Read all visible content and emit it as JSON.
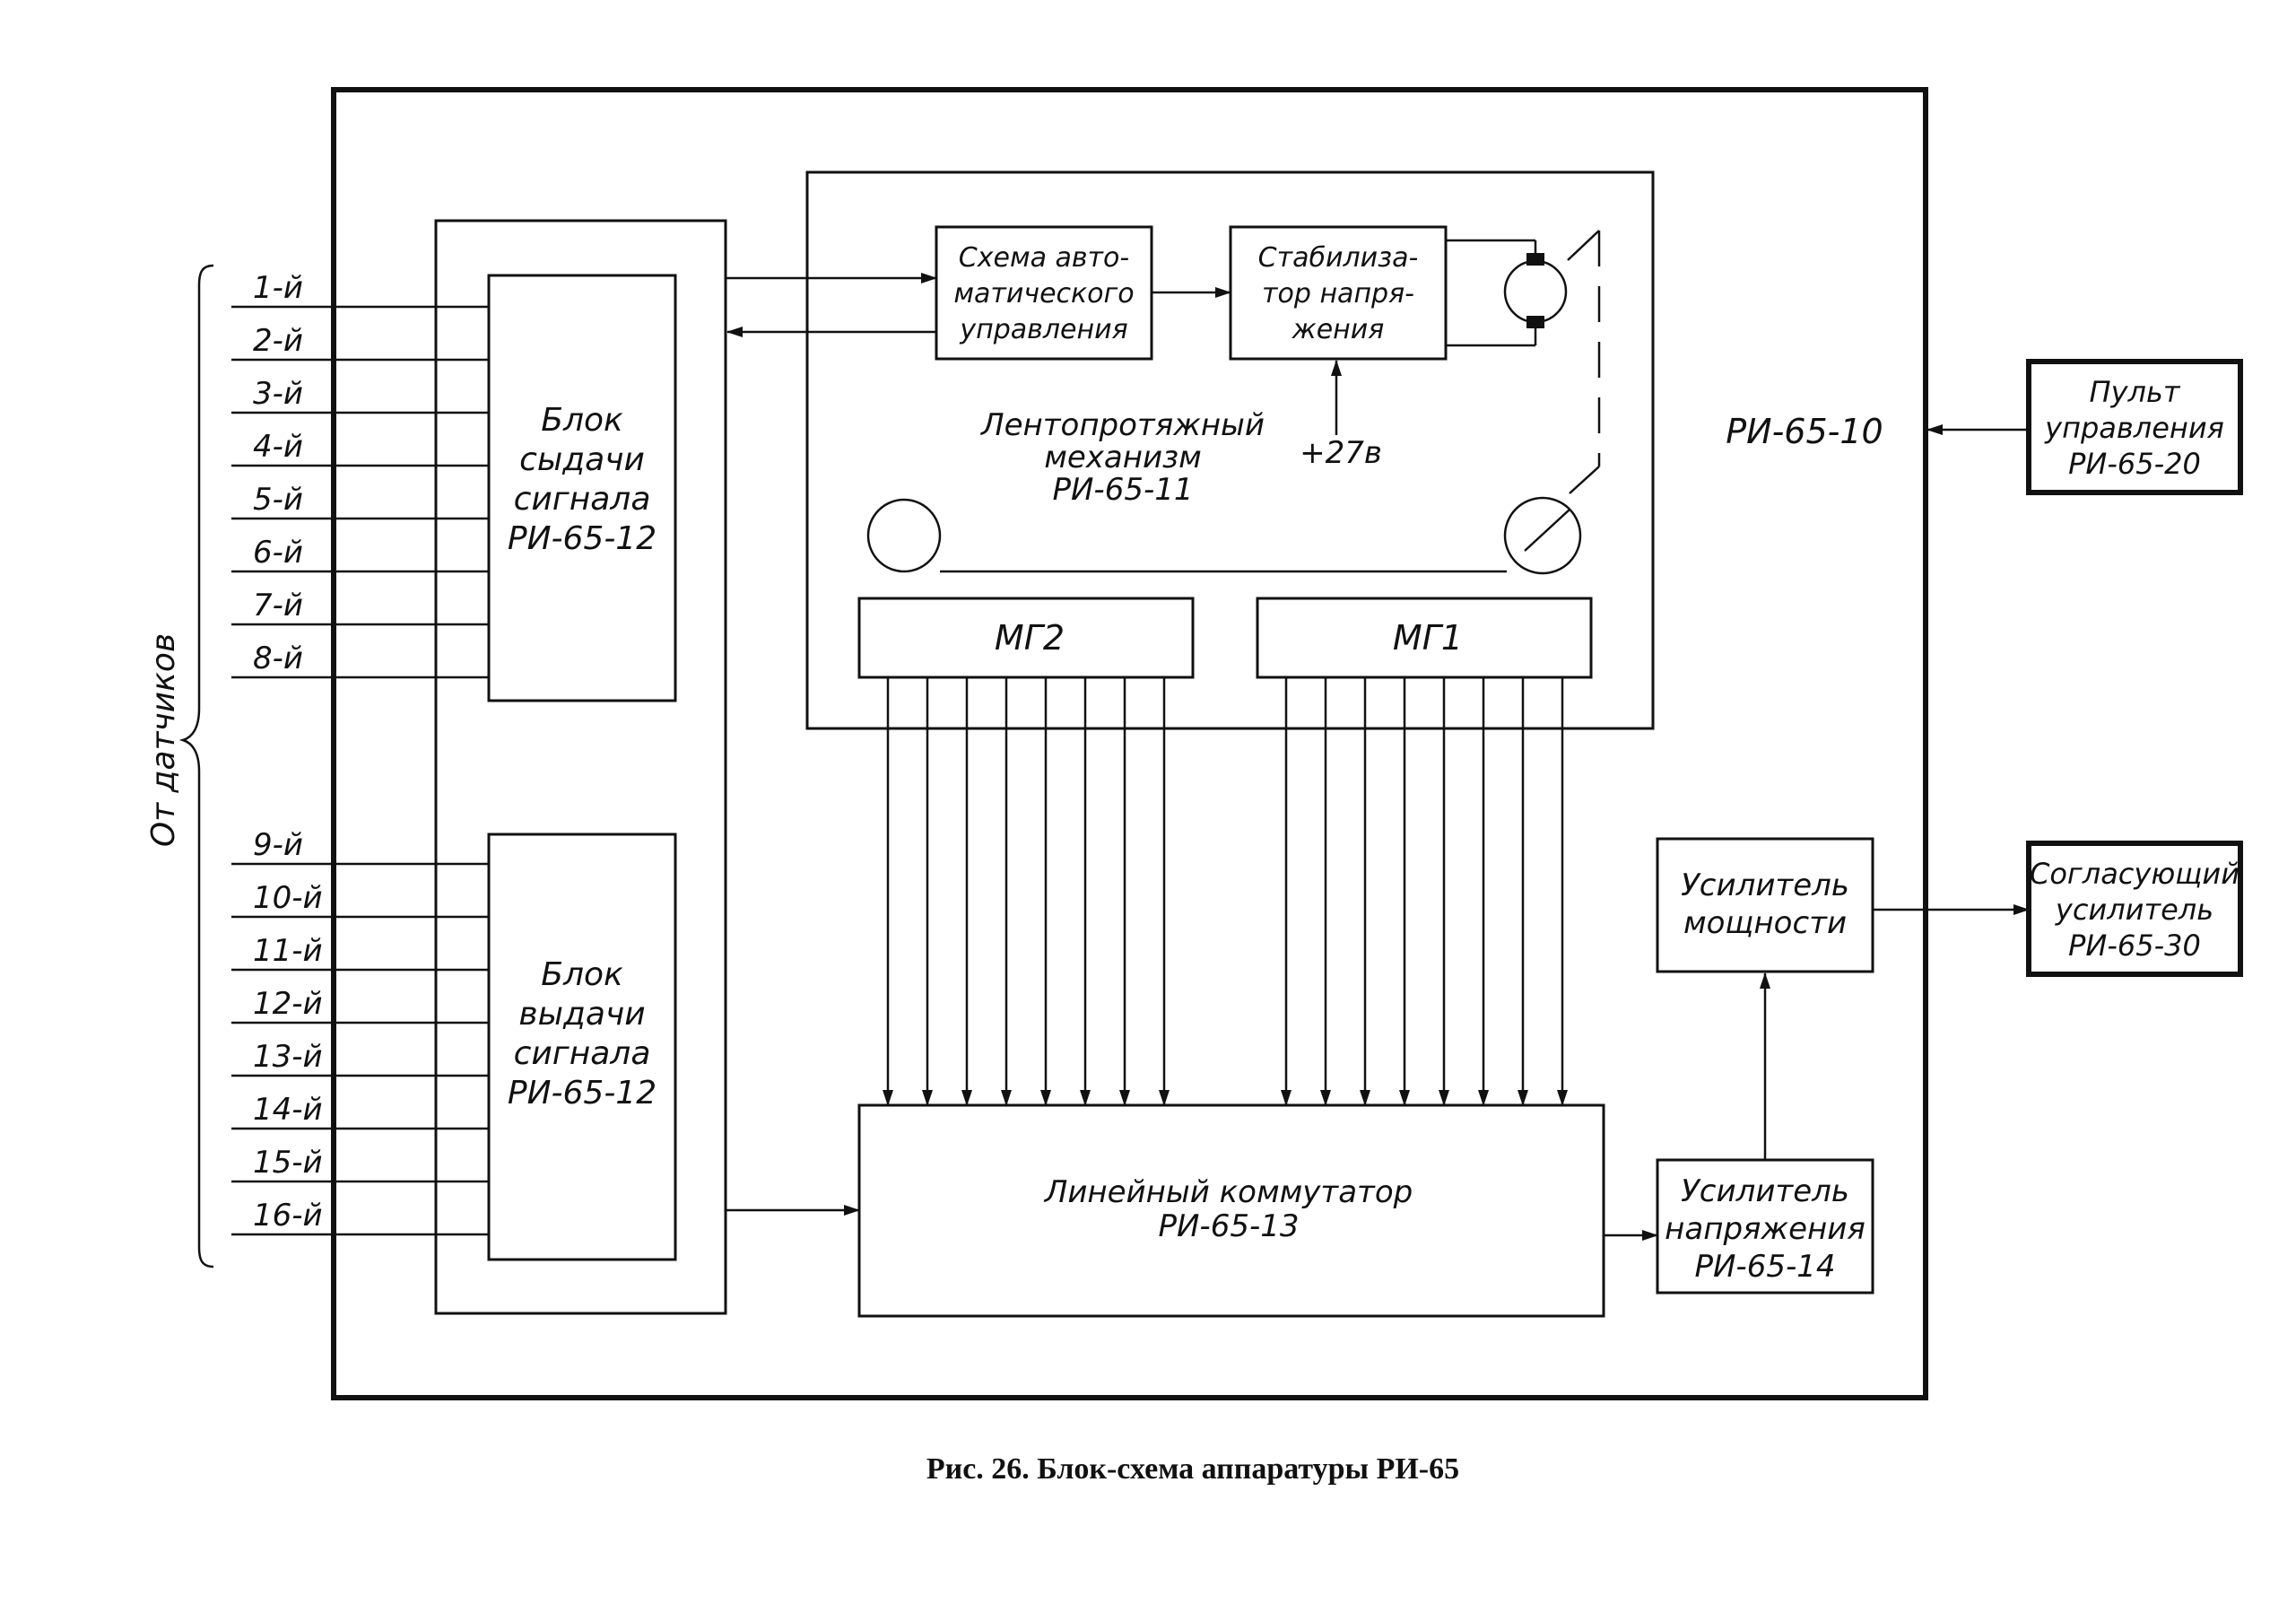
{
  "diagram": {
    "side_label": "От датчиков",
    "inputs_top": [
      "1-й",
      "2-й",
      "3-й",
      "4-й",
      "5-й",
      "6-й",
      "7-й",
      "8-й"
    ],
    "inputs_bottom": [
      "9-й",
      "10-й",
      "11-й",
      "12-й",
      "13-й",
      "14-й",
      "15-й",
      "16-й"
    ],
    "block_top": [
      "Блок",
      "сыдачи",
      "сигнала",
      "РИ-65-12"
    ],
    "block_bottom": [
      "Блок",
      "выдачи",
      "сигнала",
      "РИ-65-12"
    ],
    "auto_control": [
      "Схема авто-",
      "матического",
      "управления"
    ],
    "stabilizer": [
      "Стабилиза-",
      "тор напря-",
      "жения"
    ],
    "voltage": "+27в",
    "tape_mechanism": [
      "Лентопротяжный",
      "механизм",
      "РИ-65-11"
    ],
    "mg2": "МГ2",
    "mg1": "МГ1",
    "main_unit": "РИ-65-10",
    "console": [
      "Пульт",
      "управления",
      "РИ-65-20"
    ],
    "power_amp": [
      "Усилитель",
      "мощности"
    ],
    "matching_amp": [
      "Согласующий",
      "усилитель",
      "РИ-65-30"
    ],
    "commutator": [
      "Линейный коммутатор",
      "РИ-65-13"
    ],
    "voltage_amp": [
      "Усилитель",
      "напряжения",
      "РИ-65-14"
    ],
    "caption": "Рис. 26. Блок-схема аппаратуры РИ-65"
  }
}
